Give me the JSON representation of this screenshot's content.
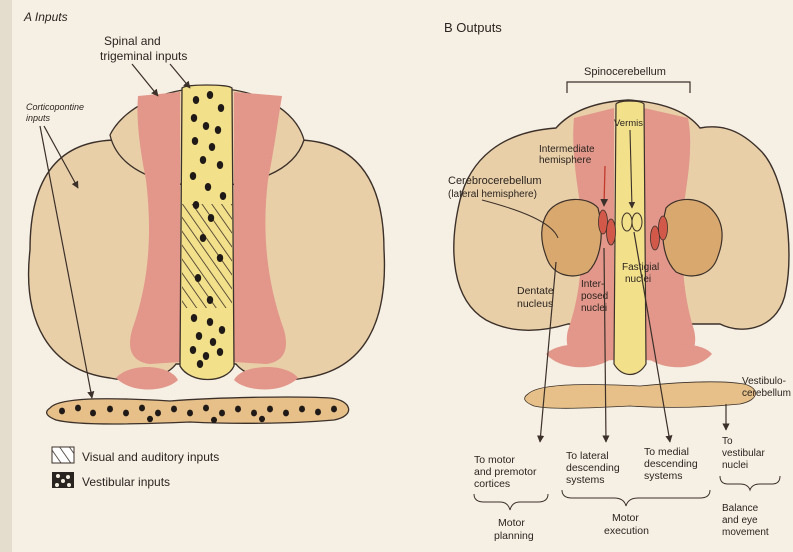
{
  "panel_a": {
    "title": "A Inputs",
    "spinal_line1": "Spinal and",
    "spinal_line2": "trigeminal inputs",
    "cortico_line1": "Corticopontine",
    "cortico_line2": "inputs",
    "legend": {
      "visual_auditory": "Visual and auditory inputs",
      "vestibular": "Vestibular inputs"
    }
  },
  "panel_b": {
    "title": "B Outputs",
    "spinocerebellum": "Spinocerebellum",
    "vermis": "Vermis",
    "intermediate_line1": "Intermediate",
    "intermediate_line2": "hemisphere",
    "cerebro_line1": "Cerebrocerebellum",
    "cerebro_line2": "(lateral hemisphere)",
    "dentate_line1": "Dentate",
    "dentate_line2": "nucleus",
    "interposed_line1": "Inter-",
    "interposed_line2": "posed",
    "interposed_line3": "nuclei",
    "fastigial_line1": "Fastigial",
    "fastigial_line2": "nuclei",
    "vestibulo_line1": "Vestibulo-",
    "vestibulo_line2": "cerebellum",
    "target_motor_line1": "To motor",
    "target_motor_line2": "and premotor",
    "target_motor_line3": "cortices",
    "target_lateral_line1": "To lateral",
    "target_lateral_line2": "descending",
    "target_lateral_line3": "systems",
    "target_medial_line1": "To medial",
    "target_medial_line2": "descending",
    "target_medial_line3": "systems",
    "target_vestibular_line1": "To",
    "target_vestibular_line2": "vestibular",
    "target_vestibular_line3": "nuclei",
    "function_planning_line1": "Motor",
    "function_planning_line2": "planning",
    "function_execution_line1": "Motor",
    "function_execution_line2": "execution",
    "function_balance_line1": "Balance",
    "function_balance_line2": "and eye",
    "function_balance_line3": "movement"
  },
  "colors": {
    "page": "#f6f0e4",
    "hemisphere": "#e8cfa8",
    "intermediate": "#e2978a",
    "vermis": "#f2e08a",
    "nucleus_red": "#d2584a",
    "outline": "#3b302a"
  }
}
